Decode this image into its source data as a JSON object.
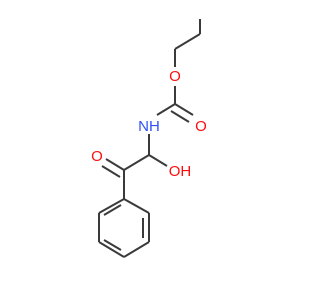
{
  "molecule": {
    "atoms": {
      "nh": "NH",
      "o_ester": "O",
      "o_carbonyl_carbamate": "O",
      "o_ketone": "O",
      "oh": "OH"
    },
    "colors": {
      "bond": "#3a3a3a",
      "nitrogen": "#3050f8",
      "oxygen": "#ff0d0d"
    }
  }
}
